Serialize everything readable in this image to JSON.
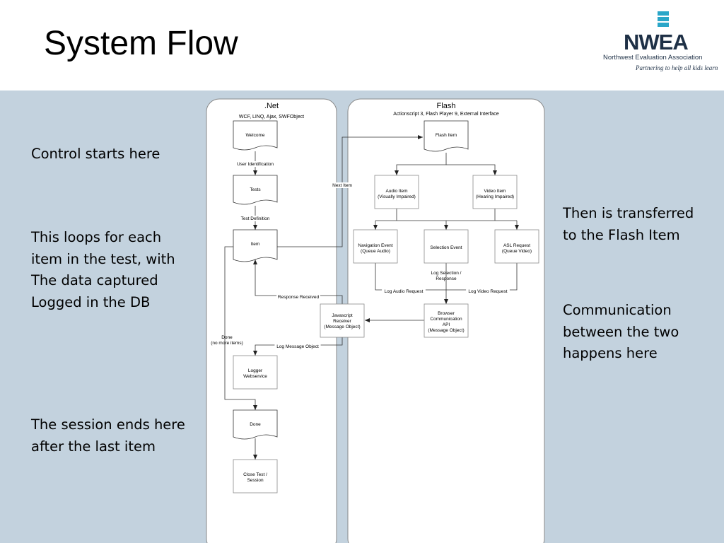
{
  "slide": {
    "title": "System Flow"
  },
  "logo": {
    "name": "NWEA",
    "subtitle": "Northwest Evaluation Association",
    "tagline": "Partnering to help all kids learn"
  },
  "notes": {
    "control": "Control starts here",
    "loops": "This loops for each\nitem in the test, with\nThe data captured\nLogged in the DB",
    "session": "The session ends here\nafter the last item",
    "transferred": "Then is transferred\nto the Flash Item",
    "communication": "Communication\nbetween the two\nhappens here"
  },
  "diagram": {
    "lanes": {
      "net": {
        "title": ".Net",
        "subtitle": "WCF, LINQ, Ajax, SWFObject"
      },
      "flash": {
        "title": "Flash",
        "subtitle": "Actionscript 3, Flash Player 9, External Interface"
      }
    },
    "nodes": {
      "welcome": [
        "Welcome"
      ],
      "tests": [
        "Tests"
      ],
      "item": [
        "Item"
      ],
      "logger": [
        "Logger",
        "Webservice"
      ],
      "done": [
        "Done"
      ],
      "close": [
        "Close Test /",
        "Session"
      ],
      "flash_item": [
        "Flash Item"
      ],
      "audio_item": [
        "Audio Item",
        "(Visually Impaired)"
      ],
      "video_item": [
        "Video Item",
        "(Hearing Impaired)"
      ],
      "nav_event": [
        "Navigation Event",
        "(Queue Audio)"
      ],
      "selection_event": [
        "Selection Event"
      ],
      "asl_request": [
        "ASL Request",
        "(Queue Video)"
      ],
      "browser_api": [
        "Browser",
        "Communication",
        "API",
        "(Message Object)"
      ],
      "js_receiver": [
        "Javascript",
        "Receiver",
        "(Message Object)"
      ]
    },
    "edges": {
      "user_identification": [
        "User Identification"
      ],
      "test_definition": [
        "Test Definition"
      ],
      "next_item": [
        "Next Item"
      ],
      "response_received": [
        "Response Received"
      ],
      "done_no_more": [
        "Done",
        "(no more items)"
      ],
      "log_message_object": [
        "Log Message Object"
      ],
      "log_selection_response": [
        "Log Selection /",
        "Response"
      ],
      "log_audio_request": [
        "Log Audio Request"
      ],
      "log_video_request": [
        "Log Video Request"
      ]
    }
  },
  "colors": {
    "background": "#c3d2de",
    "header": "#ffffff",
    "logo_blue": "#2aa6c8",
    "logo_navy": "#1e3046"
  }
}
